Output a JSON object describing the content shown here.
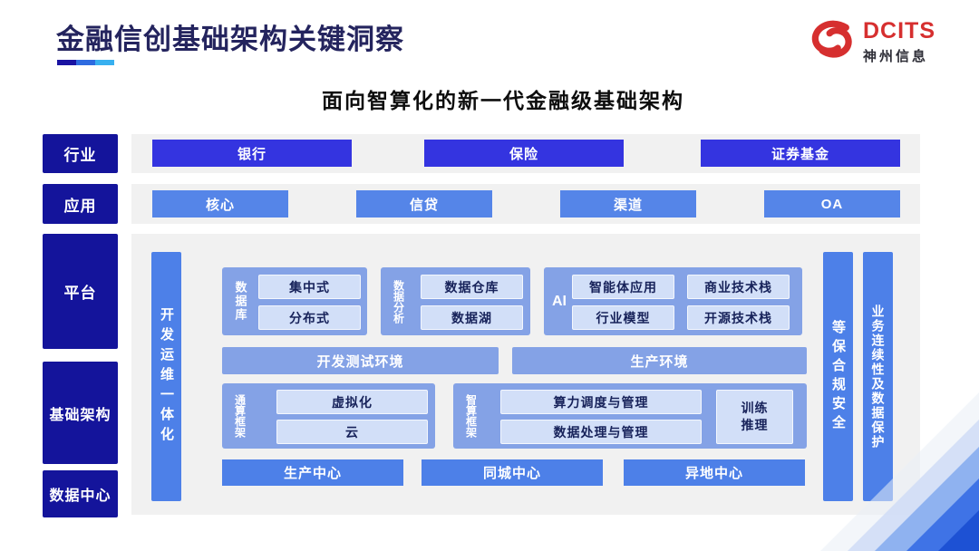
{
  "header": {
    "title": "金融信创基础架构关键洞察",
    "logo": {
      "brand": "DCITS",
      "company": "神州信息"
    }
  },
  "subtitle": "面向智算化的新一代金融级基础架构",
  "side_labels": {
    "industry": "行业",
    "application": "应用",
    "platform": "平台",
    "infrastructure": "基础架构",
    "datacenter": "数据中心"
  },
  "industry_row": {
    "items": [
      "银行",
      "保险",
      "证券基金"
    ]
  },
  "application_row": {
    "items": [
      "核心",
      "信贷",
      "渠道",
      "OA"
    ]
  },
  "platform_area": {
    "devops_bar": "开发运维一体化",
    "security_bar": "等保合规安全",
    "continuity_bar": "业务连续性及数据保护",
    "database_group": {
      "label": "数据库",
      "items": [
        "集中式",
        "分布式"
      ]
    },
    "analytics_group": {
      "label": "数据分析",
      "items": [
        "数据仓库",
        "数据湖"
      ]
    },
    "ai_group": {
      "label": "AI",
      "items": [
        "智能体应用",
        "商业技术栈",
        "行业模型",
        "开源技术栈"
      ]
    },
    "environments": [
      "开发测试环境",
      "生产环境"
    ],
    "general_compute": {
      "label": "通算框架",
      "items": [
        "虚拟化",
        "云"
      ]
    },
    "intelligent_compute": {
      "label": "智算框架",
      "items": [
        "算力调度与管理",
        "数据处理与管理"
      ],
      "side_item_lines": [
        "训练",
        "推理"
      ]
    },
    "centers": [
      "生产中心",
      "同城中心",
      "异地中心"
    ]
  },
  "colors": {
    "title_navy": "#24245e",
    "label_navy": "#14149b",
    "deep_blue": "#3434e0",
    "medium_blue": "#5585e8",
    "bar_blue": "#4d80e8",
    "group_blue": "#84a2e6",
    "light_box": "#d2dff8",
    "row_gray": "#f1f1f1",
    "logo_red": "#d62f2f"
  }
}
